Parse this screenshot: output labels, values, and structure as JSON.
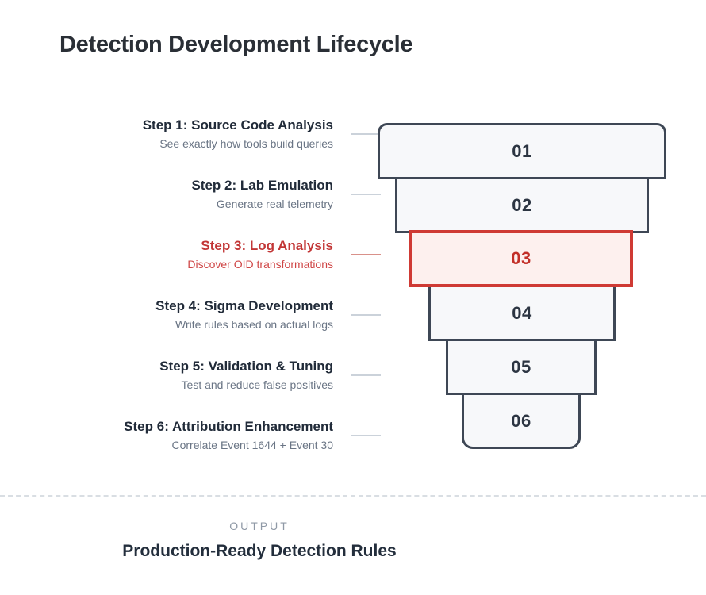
{
  "title": "Detection Development Lifecycle",
  "steps": [
    {
      "number": "01",
      "heading": "Step 1: Source Code Analysis",
      "subtitle": "See exactly how tools build queries",
      "highlighted": false
    },
    {
      "number": "02",
      "heading": "Step 2: Lab Emulation",
      "subtitle": "Generate real telemetry",
      "highlighted": false
    },
    {
      "number": "03",
      "heading": "Step 3: Log Analysis",
      "subtitle": "Discover OID transformations",
      "highlighted": true
    },
    {
      "number": "04",
      "heading": "Step 4: Sigma Development",
      "subtitle": "Write rules based on actual logs",
      "highlighted": false
    },
    {
      "number": "05",
      "heading": "Step 5: Validation & Tuning",
      "subtitle": "Test and reduce false positives",
      "highlighted": false
    },
    {
      "number": "06",
      "heading": "Step 6: Attribution Enhancement",
      "subtitle": "Correlate Event 1644 + Event 30",
      "highlighted": false
    }
  ],
  "output": {
    "label": "OUTPUT",
    "value": "Production-Ready Detection Rules"
  },
  "colors": {
    "accent_red_border": "#cf3a34",
    "accent_red_text": "#c23636",
    "accent_red_fill": "#fdf0ee",
    "box_fill": "#f7f8fa",
    "box_border": "#3e4755",
    "heading_text": "#212b39",
    "subtitle_text": "#6a7585",
    "connector_gray": "#cbd2da",
    "connector_red": "#d9918a",
    "output_label_text": "#8f99a6",
    "output_value_text": "#232e3c",
    "divider": "#d9dee3"
  }
}
